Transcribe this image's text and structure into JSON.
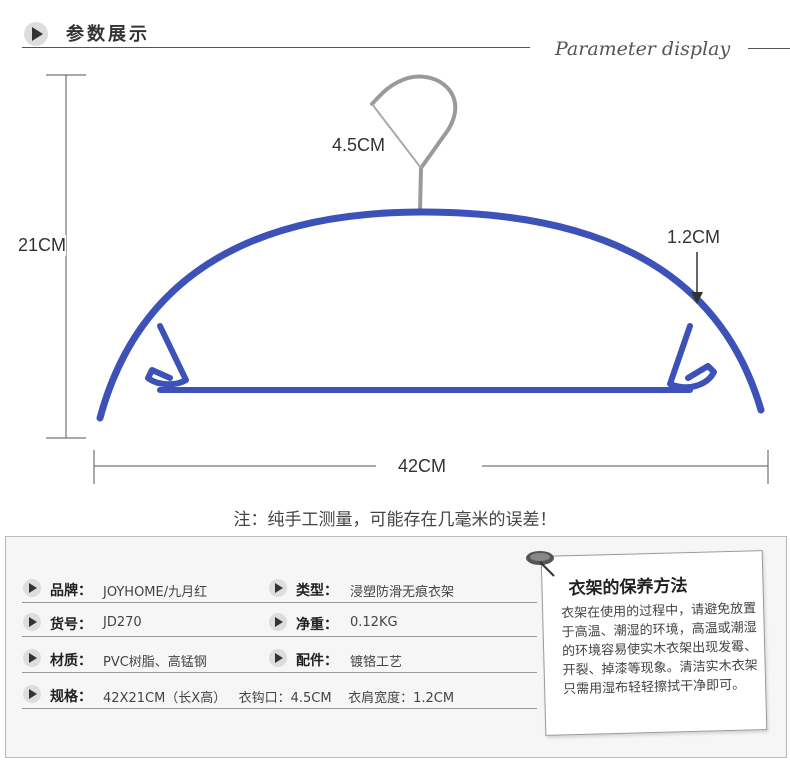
{
  "header": {
    "title": "参数展示",
    "subtitle": "Parameter display"
  },
  "dimensions": {
    "hook": "4.5CM",
    "height": "21CM",
    "shoulder": "1.2CM",
    "width": "42CM"
  },
  "note": "注：纯手工测量，可能存在几毫米的误差！",
  "specs": {
    "brand": {
      "label": "品牌：",
      "value": "JOYHOME/九月红"
    },
    "type": {
      "label": "类型：",
      "value": "浸塑防滑无痕衣架"
    },
    "model": {
      "label": "货号：",
      "value": "JD270"
    },
    "weight": {
      "label": "净重：",
      "value": "0.12KG"
    },
    "material": {
      "label": "材质：",
      "value": "PVC树脂、高锰钢"
    },
    "parts": {
      "label": "配件：",
      "value": "镀铬工艺"
    },
    "size": {
      "label": "规格：",
      "value": "42X21CM（长X高）   衣钩口：4.5CM    衣肩宽度：1.2CM"
    }
  },
  "care": {
    "title": "衣架的保养方法",
    "body": "衣架在使用的过程中，请避免放置于高温、潮湿的环境，高温或潮湿的环境容易使实木衣架出现发霉、开裂、掉漆等现象。清洁实木衣架只需用湿布轻轻擦拭干净即可。"
  },
  "colors": {
    "hanger": "#3c52b8",
    "hook": "#9a9a9a",
    "accent": "#333333"
  }
}
